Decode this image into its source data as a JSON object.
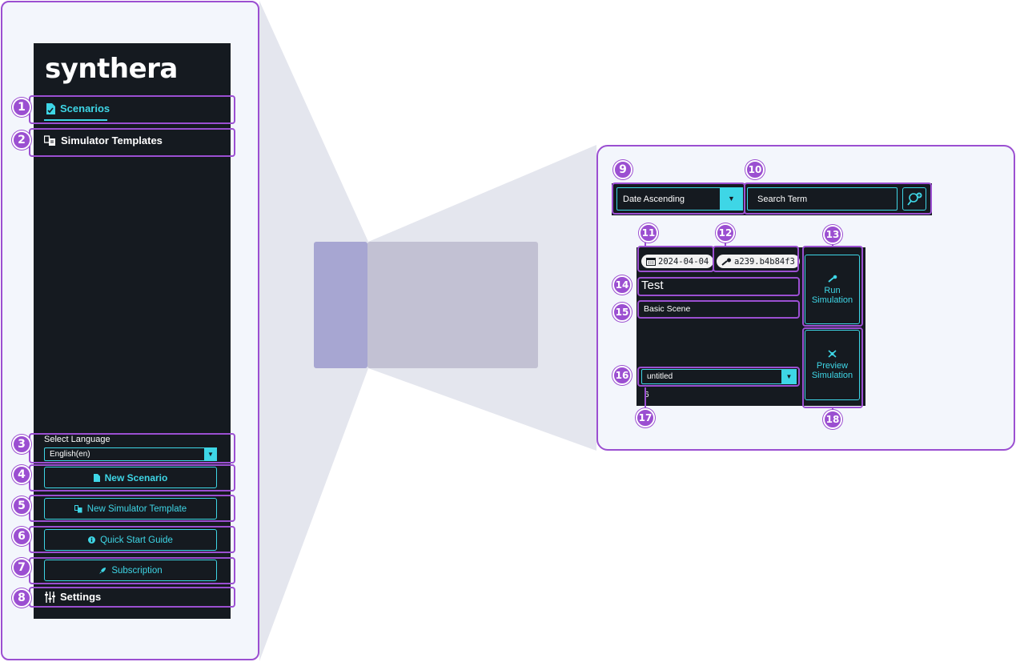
{
  "colors": {
    "accent": "#3ed6e6",
    "sidebar_bg": "#151a20",
    "annotation": "#9b4fd1",
    "panel_bg": "#f3f6fc"
  },
  "sidebar": {
    "brand": "synthera",
    "nav": [
      {
        "label": "Scenarios",
        "icon": "document-icon",
        "active": true
      },
      {
        "label": "Simulator Templates",
        "icon": "template-icon",
        "active": false
      }
    ],
    "language": {
      "label": "Select Language",
      "value": "English(en)"
    },
    "buttons": [
      {
        "label": "New Scenario",
        "icon": "document-icon"
      },
      {
        "label": "New Simulator Template",
        "icon": "template-icon"
      },
      {
        "label": "Quick Start Guide",
        "icon": "info-icon"
      },
      {
        "label": "Subscription",
        "icon": "rocket-icon"
      }
    ],
    "settings": {
      "label": "Settings",
      "icon": "sliders-icon"
    }
  },
  "toolbar": {
    "sort_value": "Date Ascending",
    "search_placeholder": "Search Term"
  },
  "card": {
    "date": "2024-04-04",
    "version": "a239.b4b84f3",
    "title": "Test",
    "subtitle": "Basic Scene",
    "template_value": "untitled",
    "count": "6",
    "run_label_1": "Run",
    "run_label_2": "Simulation",
    "preview_label_1": "Preview",
    "preview_label_2": "Simulation"
  },
  "annotations": [
    "1",
    "2",
    "3",
    "4",
    "5",
    "6",
    "7",
    "8",
    "9",
    "10",
    "11",
    "12",
    "13",
    "14",
    "15",
    "16",
    "17",
    "18"
  ]
}
